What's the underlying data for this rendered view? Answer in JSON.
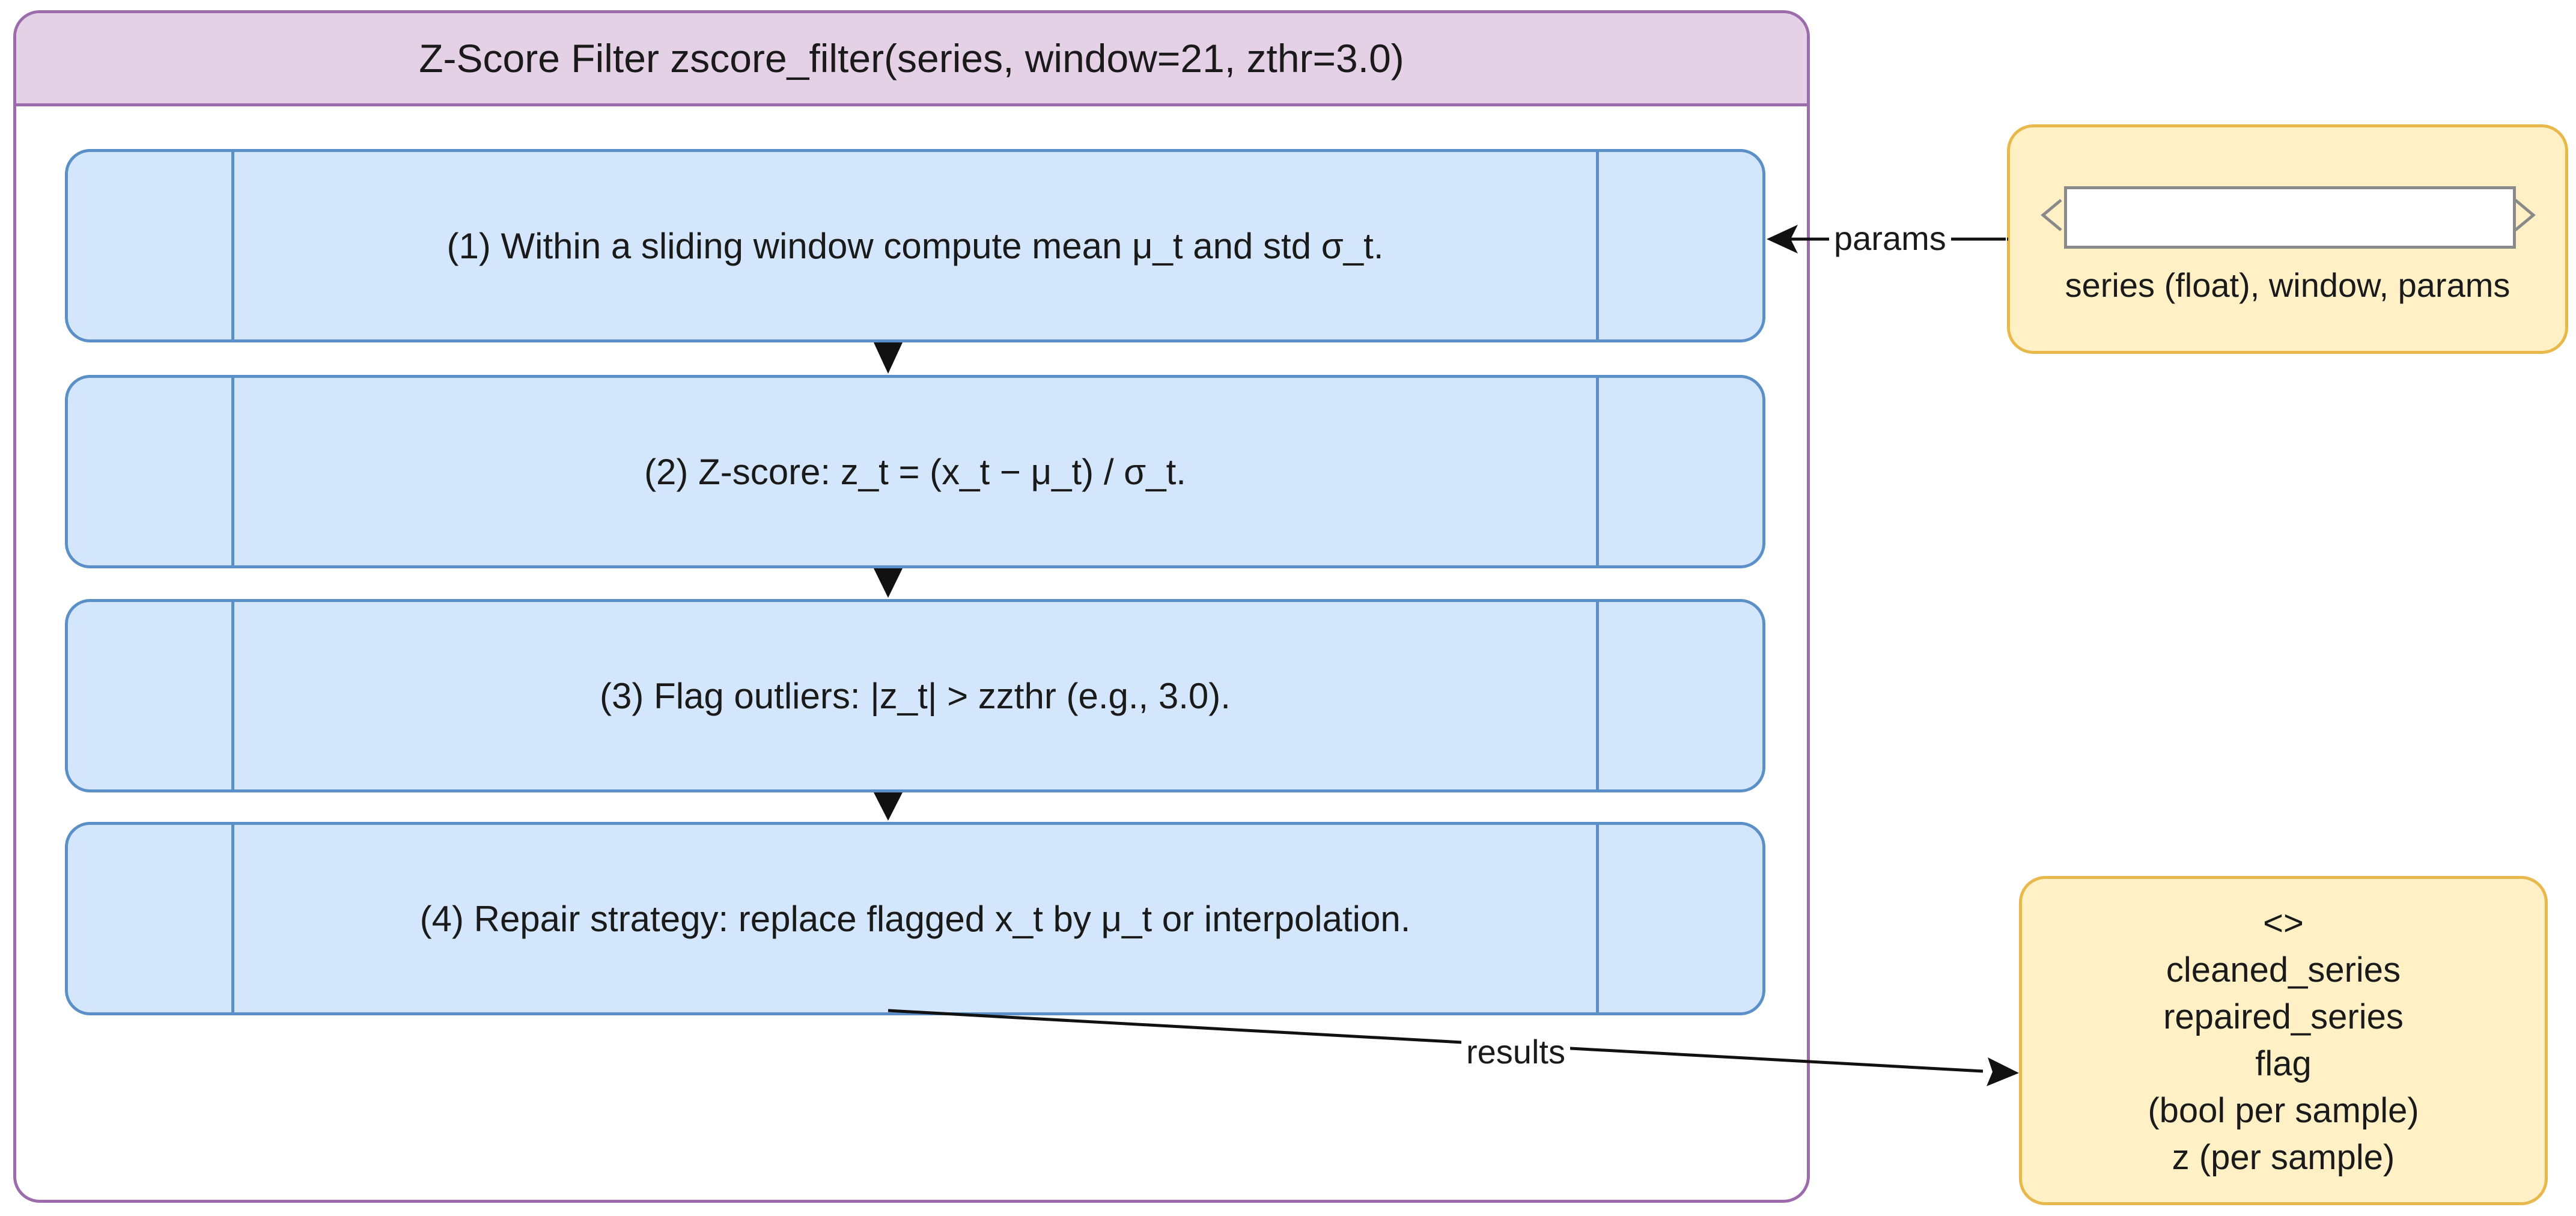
{
  "container": {
    "title": "Z-Score Filter zscore_filter(series, window=21, zthr=3.0)"
  },
  "steps": [
    {
      "text": "(1) Within a sliding window compute mean μ_t and std σ_t."
    },
    {
      "text": "(2) Z-score: z_t = (x_t − μ_t) / σ_t."
    },
    {
      "text": "(3) Flag outliers: |z_t| > zzthr (e.g., 3.0)."
    },
    {
      "text": "(4) Repair strategy: replace flagged x_t by μ_t or interpolation."
    }
  ],
  "input": {
    "field_value": "",
    "caption": "series (float), window, params"
  },
  "output": {
    "lines": [
      "<>",
      "cleaned_series",
      "repaired_series",
      "flag",
      "(bool per sample)",
      "z (per sample)"
    ]
  },
  "connectors": {
    "params_label": "params",
    "results_label": "results"
  },
  "colors": {
    "container_border": "#9b6bab",
    "container_header": "#e5d1e6",
    "step_fill": "#d4e6fb",
    "step_border": "#5b8fc7",
    "io_fill": "#fff0c6",
    "io_border": "#e8b84a"
  }
}
